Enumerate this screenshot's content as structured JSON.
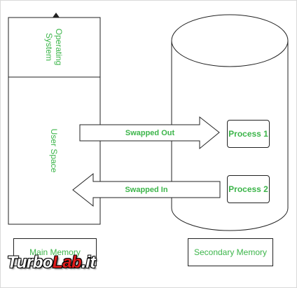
{
  "main_memory": {
    "os_label": "Operating System",
    "user_space_label": "User Space",
    "caption": "Main Memory"
  },
  "secondary_memory": {
    "caption": "Secondary Memory",
    "process1": "Process 1",
    "process2": "Process 2"
  },
  "arrows": {
    "swapped_out": "Swapped Out",
    "swapped_in": "Swapped In"
  },
  "watermark": {
    "part1": "Turbo",
    "part2": "Lab",
    "part3": ".it"
  },
  "colors": {
    "label_green": "#3cb54a",
    "stroke": "#222222",
    "watermark_red": "#e01b1b"
  }
}
